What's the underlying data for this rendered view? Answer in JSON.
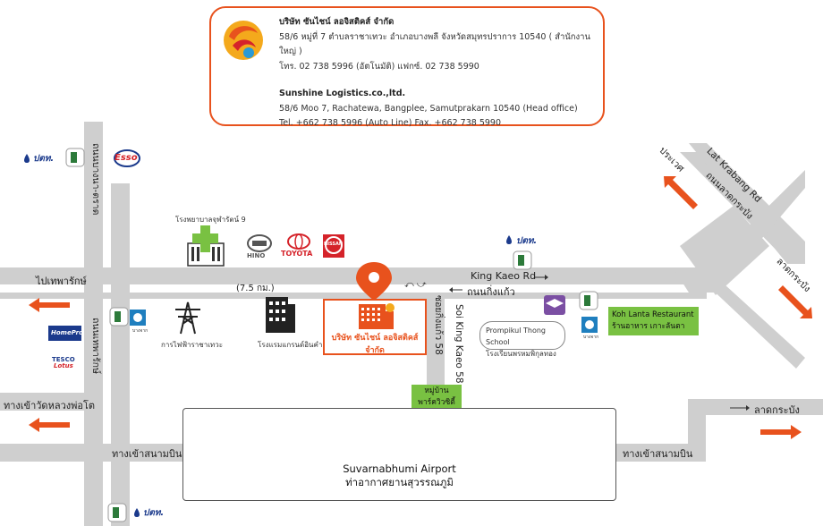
{
  "company": {
    "name_th": "บริษัท ซันไชน์ ลอจิสติคส์ จำกัด",
    "address_th": "58/6 หมู่ที่ 7 ตำบลราชาเทวะ  อำเภอบางพลี  จังหวัดสมุทรปราการ 10540 ( สำนักงานใหญ่ )",
    "phone_th": "โทร. 02 738 5996 (อัตโนมัติ)  แฟกซ์. 02 738 5990",
    "name_en": "Sunshine Logistics.co.,ltd.",
    "address_en": "58/6 Moo 7, Rachatewa, Bangplee, Samutprakarn 10540 (Head office)",
    "phone_en": "Tel. +662 738 5996 (Auto Line)     Fax. +662 738 5990",
    "map_label": "บริษัท ซันไชน์ ลอจิสติคส์ จำกัด",
    "brand_color": "#e8521d"
  },
  "roads": {
    "to_thepharak": "ไปเทพารักษ์",
    "to_wat_luang_pho_to": "ทางเข้าวัดหลวงพ่อโต",
    "distance": "(7.5 กม.)",
    "king_kaeo_en": "King Kaeo Rd",
    "king_kaeo_th": "ถนนกิ่งแก้ว",
    "soi_king_kaeo_en": "Soi King Kaeo 58",
    "soi_king_kaeo_th": "ซอยกิ่งแก้ว 58",
    "bangna_trad": "ถนนบางนา-ตราด",
    "theparak_road": "ถนนเทพารักษ์",
    "lat_krabang_en": "Lat Krabang Rd",
    "lat_krabang_th": "ถนนลาดกระบัง",
    "pravet": "ประเวศ",
    "lat_krabang": "ลาดกระบัง",
    "airport_entrance_left": "ทางเข้าสนามบิน",
    "airport_entrance_right": "ทางเข้าสนามบิน",
    "lat_krabang_bottom": "ลาดกระบัง"
  },
  "landmarks": {
    "hospital": "โรงพยาบาลจุฬารัตน์ 9",
    "electricity": "การไฟฟ้าราชาเทวะ",
    "hotel": "โรงแรมแกรนด์อินคำ",
    "school_en": "Prompikul Thong School",
    "school_th": "โรงเรียนพรหมพิกุลทอง",
    "restaurant_en": "Koh Lanta Restaurant",
    "restaurant_th": "ร้านอาหาร เกาะลันตา",
    "village_line1": "หมู่บ้าน",
    "village_line2": "พาร์ควิวซิตี้",
    "bangchak": "บางจาก"
  },
  "brands": {
    "ptt": "ปตท.",
    "esso": "Esso",
    "hino": "HINO",
    "toyota": "TOYOTA",
    "nissan": "NISSAN",
    "homepro": "HomePro",
    "tesco": "TESCO",
    "lotus": "Lotus"
  },
  "airport": {
    "name_en": "Suvarnabhumi Airport",
    "name_th": "ท่าอากาศยานสุวรรณภูมิ"
  },
  "colors": {
    "road": "#cfcfcf",
    "arrow": "#e8521d",
    "green_label": "#79c142",
    "ptt_blue": "#1b3a8c",
    "esso_red": "#d5232a"
  }
}
